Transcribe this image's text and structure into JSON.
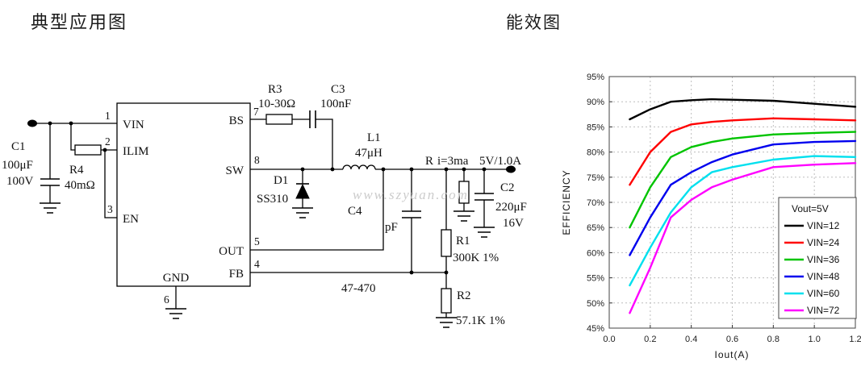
{
  "page": {
    "left_title": "典型应用图",
    "watermark": "www.szyuan.com"
  },
  "circuit": {
    "ic": {
      "pins": {
        "vin": {
          "num": "1",
          "label": "VIN"
        },
        "ilim": {
          "num": "2",
          "label": "ILIM"
        },
        "en": {
          "num": "3",
          "label": "EN"
        },
        "fb": {
          "num": "4",
          "label": "FB"
        },
        "out": {
          "num": "5",
          "label": "OUT"
        },
        "gnd": {
          "num": "6",
          "label": "GND"
        },
        "bs": {
          "num": "7",
          "label": "BS"
        },
        "sw": {
          "num": "8",
          "label": "SW"
        }
      }
    },
    "components": {
      "c1": {
        "ref": "C1",
        "value": "100μF",
        "value2": "100V"
      },
      "r4": {
        "ref": "R4",
        "value": "40mΩ"
      },
      "r3": {
        "ref": "R3",
        "value": "10-30Ω"
      },
      "c3": {
        "ref": "C3",
        "value": "100nF"
      },
      "l1": {
        "ref": "L1",
        "value": "47μH"
      },
      "d1": {
        "ref": "D1",
        "value": "SS310"
      },
      "c4": {
        "ref": "C4",
        "unit": "pF",
        "range": "47-470"
      },
      "r1": {
        "ref": "R1",
        "value": "300K 1%"
      },
      "r2": {
        "ref": "R2",
        "value": "57.1K 1%"
      },
      "c2": {
        "ref": "C2",
        "value": "220μF",
        "value2": "16V"
      },
      "load": {
        "ref": "R",
        "note": "i=3ma"
      },
      "output": {
        "label": "5V/1.0A"
      }
    }
  },
  "chart_data": {
    "type": "line",
    "title": "能效图",
    "xlabel": "Iout(A)",
    "ylabel": "EFFICIENCY",
    "xlim": [
      0.0,
      1.2
    ],
    "ylim": [
      45,
      95
    ],
    "x_ticks": [
      0.0,
      0.2,
      0.4,
      0.6,
      0.8,
      1.0,
      1.2
    ],
    "y_ticks": [
      45,
      50,
      55,
      60,
      65,
      70,
      75,
      80,
      85,
      90,
      95
    ],
    "y_tick_suffix": "%",
    "grid": true,
    "legend_title": "Vout=5V",
    "legend_position": "inside-right",
    "x": [
      0.1,
      0.2,
      0.3,
      0.4,
      0.5,
      0.6,
      0.8,
      1.0,
      1.2
    ],
    "series": [
      {
        "name": "VIN=12",
        "color": "#000000",
        "values": [
          86.5,
          88.5,
          90.0,
          90.3,
          90.5,
          90.4,
          90.2,
          89.6,
          89.0
        ]
      },
      {
        "name": "VIN=24",
        "color": "#ff0000",
        "values": [
          73.5,
          80.0,
          84.0,
          85.5,
          86.0,
          86.3,
          86.7,
          86.5,
          86.3
        ]
      },
      {
        "name": "VIN=36",
        "color": "#00c400",
        "values": [
          65.0,
          73.0,
          79.0,
          81.0,
          82.0,
          82.7,
          83.5,
          83.8,
          84.0
        ]
      },
      {
        "name": "VIN=48",
        "color": "#0000ee",
        "values": [
          59.5,
          67.0,
          73.5,
          76.0,
          78.0,
          79.5,
          81.5,
          82.0,
          82.2
        ]
      },
      {
        "name": "VIN=60",
        "color": "#00e0ee",
        "values": [
          53.5,
          61.0,
          68.0,
          73.0,
          76.0,
          77.0,
          78.5,
          79.2,
          79.0
        ]
      },
      {
        "name": "VIN=72",
        "color": "#ff00ff",
        "values": [
          48.0,
          57.0,
          67.0,
          70.5,
          73.0,
          74.5,
          77.0,
          77.5,
          77.8
        ]
      }
    ]
  }
}
